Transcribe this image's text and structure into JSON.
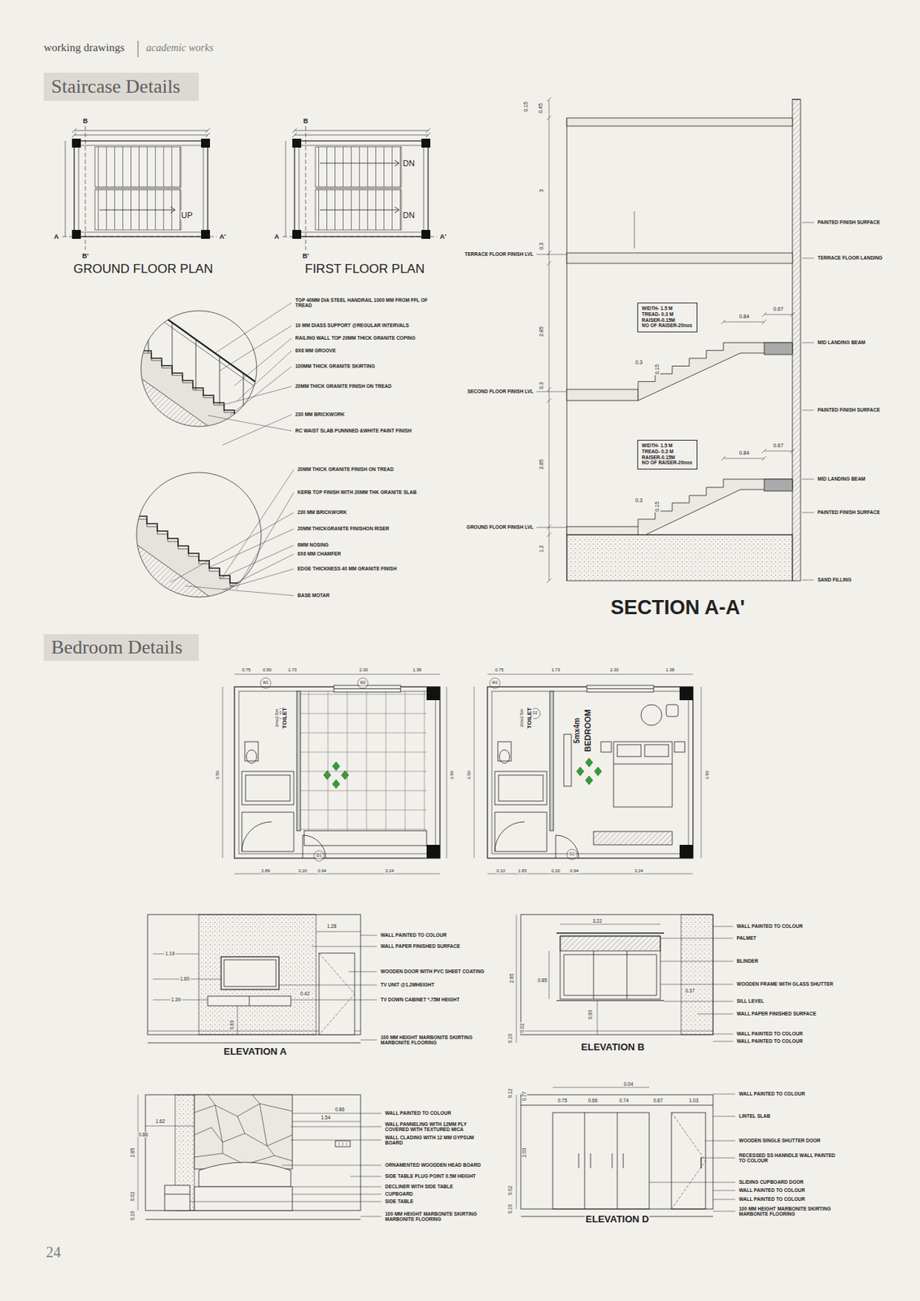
{
  "diagram": {
    "title": "working drawings",
    "nodes": [
      {
        "text": [
          "Staircase Details"
        ]
      },
      {
        "text": [
          "WIDTH- 1.5 M",
          "TREAD- 0.3 M",
          "RAISER-0.15M",
          "NO OF RAISER-20nos"
        ]
      },
      {
        "text": [
          "WIDTH- 1.5 M",
          "TREAD- 0.3 M",
          "RAISER-0.15M",
          "NO OF RAISER-20nos"
        ]
      },
      {
        "text": [
          "Bedroom Details"
        ]
      }
    ],
    "labels": [
      "academic works",
      "GROUND FLOOR PLAN",
      "FIRST FLOOR PLAN",
      "UP",
      "DN",
      "DN",
      "B",
      "B'",
      "A",
      "A'",
      "B",
      "B'",
      "A",
      "A'",
      "TOP 40MM DIA STEEL HANDRAIL 1000 MM FROM FFL OF TREAD",
      "10 MM DIASS SUPPORT @REGULAR INTERVALS",
      "RAILING WALL TOP 20MM THICK GRANITE COPING",
      "6X6 MM GROOVE",
      "100MM THICK GRANITE SKIRTING",
      "20MM THICK GRANITE FINISH ON TREAD",
      "230 MM BRICKWORK",
      "RC WAIST SLAB PUNNNED &WHITE PAINT FINISH",
      "20MM THICK GRANITE FINISH ON TREAD",
      "KERB TOP FINISH WITH 20MM THK GRANITE SLAB",
      "230 MM BRICKWORK",
      "20MM THICKGRANITE FINISHON RISER",
      "6MM NOSING",
      "6X6 MM CHAMFER",
      "EDGE THICKNESS 40 MM GRANITE FINISH",
      "BASE MOTAR",
      "0.15",
      "0.45",
      "3",
      "0.3",
      "2.85",
      "0.3",
      "2.85",
      "1.2",
      "TERRACE FLOOR FINISH LVL",
      "PAINTED FINISH SURFACE",
      "TERRACE FLOOR LANDING",
      "0.84",
      "0.67",
      "MID LANDING BEAM",
      "0.3",
      "0.15",
      "SECOND FLOOR FINISH LVL",
      "PAINTED FINISH SURFACE",
      "0.84",
      "0.67",
      "MID LANDING BEAM",
      "0.3",
      "0.15",
      "GROUND FLOOR FINISH LVL",
      "PAINTED FINISH SURFACE",
      "SAND FILLING",
      "SECTION A-A'",
      "0.75",
      "0.50",
      "1.73",
      "2.30",
      "1.38",
      "W1",
      "W2",
      "D2",
      "TOILET",
      "2mx2.5m",
      "3.50",
      "3.50",
      "D1",
      "2.89",
      "0.20",
      "0.94",
      "3.24",
      "0.75",
      "1.73",
      "2.30",
      "1.38",
      "W1",
      "D2",
      "TOILET",
      "2mx2.5m",
      "BEDROOM",
      "5mx4m",
      "3.50",
      "3.50",
      "D1",
      "0.10",
      "1.83",
      "0.20",
      "0.94",
      "3.24",
      "1.28",
      "1.19",
      "1.60",
      "1.39",
      "0.42",
      "0.83",
      "ELEVATION A",
      "WALL PAINTED TO COLOUR",
      "WALL PAPER FINISHED SURFACE",
      "WOODEN DOOR WITH PVC SHEET COATING",
      "TV UNIT @1.2MHEIGHT",
      "TV DOWN CABINET *.75M HEIGHT",
      "100 MM HEIGHT MARBONITE SKIRTING MARBONITE FLOORING",
      "3.22",
      "2.85",
      "0.85",
      "0.37",
      "0.90",
      "0.02",
      "0.10",
      "ELEVATION B",
      "WALL PAINTED TO COLOUR",
      "PALMET",
      "BLINDER",
      "WOODEN FRAME WITH GLASS SHUTTER",
      "SILL LEVEL",
      "WALL PAPER FINISHED SURFACE",
      "WALL PAINTED TO COLOUR",
      "WALL PAINTED TO COLOUR",
      "0.86",
      "1.54",
      "1.62",
      "0.86",
      "2.85",
      "0.02",
      "0.10",
      "WALL PAINTED TO COLOUR",
      "WALL PANNELING WITH 12MM PLY COVERED WITH TEXTURED MICA",
      "WALL CLADING WITH 12 MM GYPSUM BOARD",
      "ORNAMENTED WOODDEN HEAD BOARD",
      "SIDE TABLE PLUG POINT 0.5M HEIGHT",
      "DECLINER WITH SIDE TABLE",
      "CUPBOARD",
      "SIDE TABLE",
      "100 MM HEIGHT MARBONITE SKIRTING MARBONITE FLOORING",
      "0.04",
      "0.12",
      "0.77",
      "0.75",
      "0.66",
      "0.74",
      "0.67",
      "1.03",
      "2.00",
      "0.02",
      "0.10",
      "ELEVATION D",
      "WALL PAINTED TO COLOUR",
      "LINTEL SLAB",
      "WOODEN SINGLE SHUTTER DOOR",
      "RECESSED SS HANNDLE WALL PAINTED TO COLOUR",
      "SLIDING CUPBOARD DOOR",
      "WALL PAINTED TO COLOUR",
      "WALL PAINTED TO COLOUR",
      "100 MM HEIGHT MARBONITE SKIRTING MARBONITE FLOORING",
      "24"
    ]
  }
}
